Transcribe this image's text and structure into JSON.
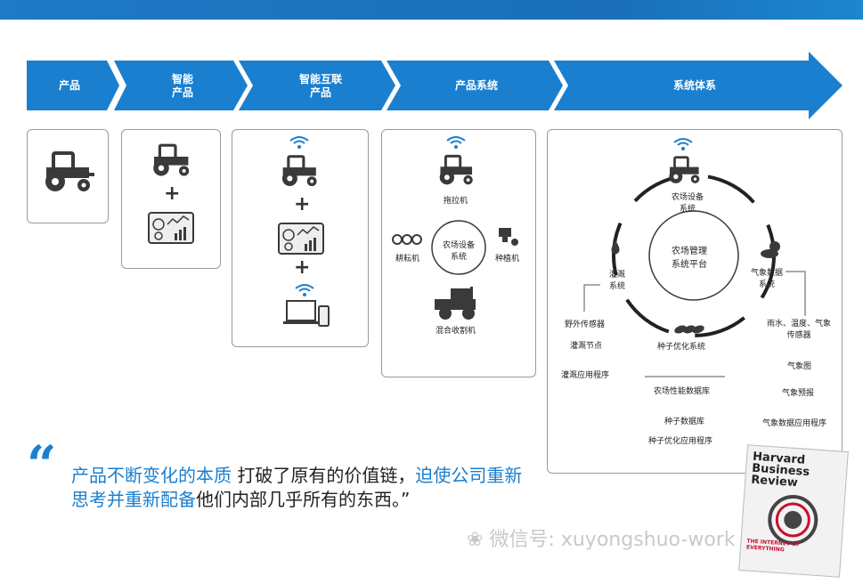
{
  "stages": [
    "产品",
    "智能\n产品",
    "智能互联\n产品",
    "产品系统",
    "系统体系"
  ],
  "product_system": {
    "tractor": "拖拉机",
    "center": "农场设备\n系统",
    "tiller": "耕耘机",
    "planter": "种植机",
    "harvester": "混合收割机"
  },
  "system_of_systems": {
    "farm_equipment": "农场设备\n系统",
    "center": "农场管理\n系统平台",
    "irrigation": "灌溉\n系统",
    "weather": "气象数据\n系统",
    "seed": "种子优化系统",
    "irrigation_items": [
      "野外传感器",
      "灌溉节点",
      "灌溉应用程序"
    ],
    "weather_items": [
      "雨水、温度、气象\n传感器",
      "气象图",
      "气象预报",
      "气象数据应用程序"
    ],
    "seed_items": [
      "农场性能数据库",
      "种子数据库",
      "种子优化应用程序"
    ]
  },
  "quote": {
    "part1": "产品不断变化的本质",
    "part2": " 打破了原有的价值链，",
    "part3": "迫使公司重新思考并重新配备",
    "part4": "他们内部几乎所有的东西。”"
  },
  "watermark": "微信号: xuyongshuo-work",
  "magazine": {
    "title": "Harvard\nBusiness\nReview",
    "subtitle": "THE INTERNET OF EVERYTHING"
  },
  "colors": {
    "accent": "#1a7fcf",
    "icon": "#3a3a3a"
  }
}
